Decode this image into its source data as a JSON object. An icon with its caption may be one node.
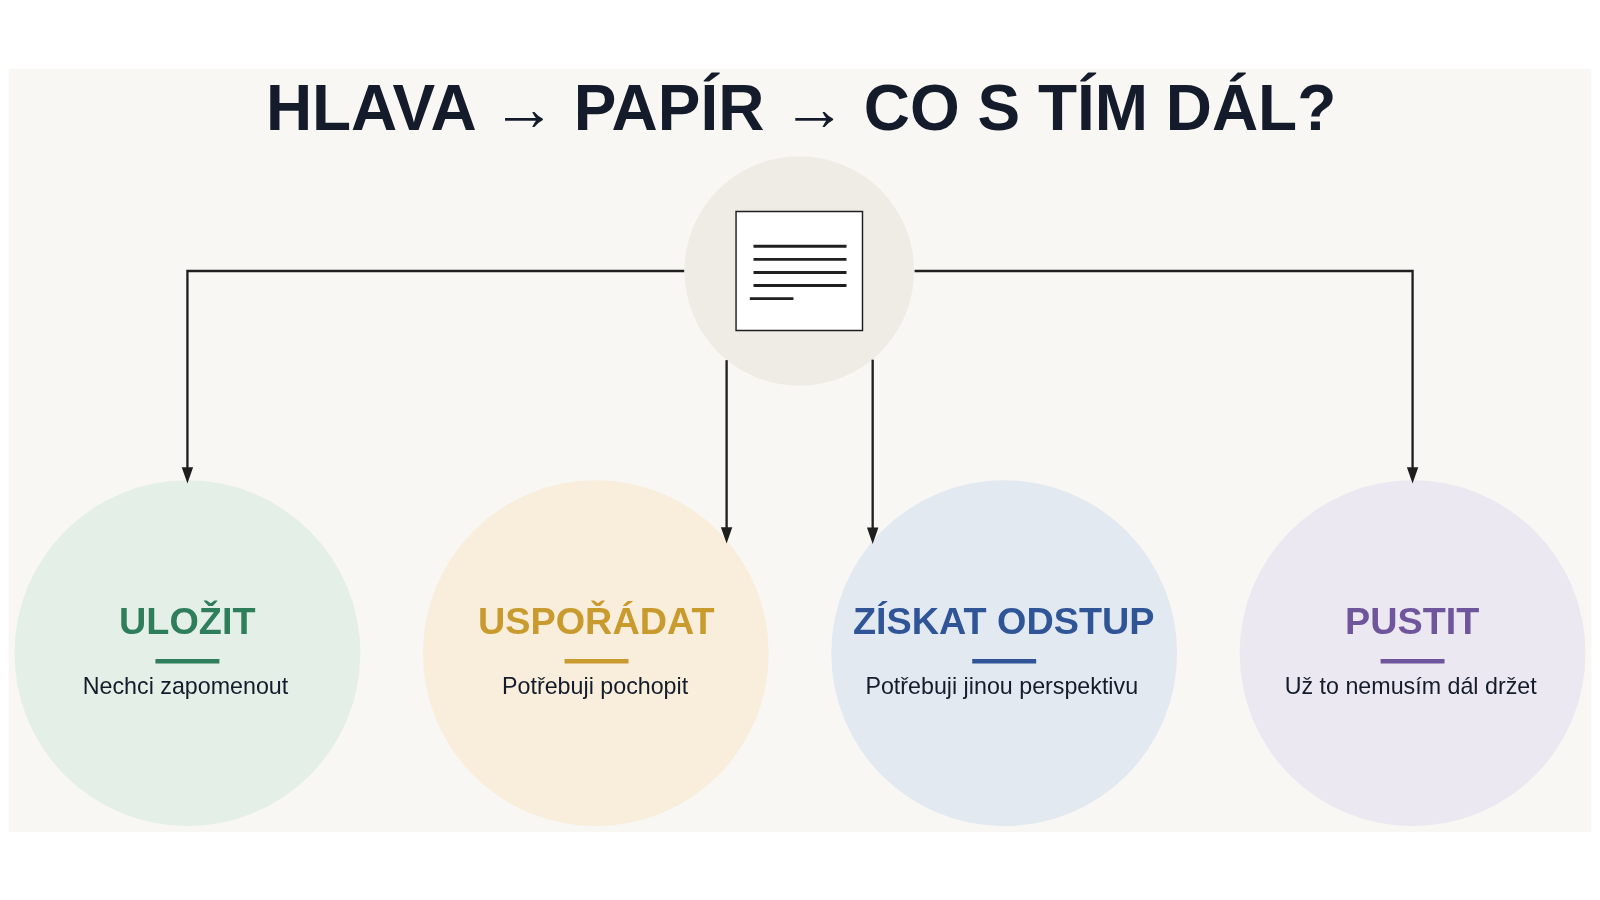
{
  "diagram": {
    "title": "HLAVA → PAPÍR → CO S TÍM DÁL?",
    "nodes": [
      {
        "text": [],
        "shape": "picture"
      },
      {
        "text": [
          "ULOŽIT",
          "Nechci zapomenout"
        ]
      },
      {
        "text": [
          "USPOŘÁDAT",
          "Potřebuji pochopit"
        ]
      },
      {
        "text": [
          "ZÍSKAT ODSTUP",
          "Potřebuji jinou perspektivu"
        ]
      },
      {
        "text": [
          "PUSTIT",
          "Už to nemusím dál držet"
        ]
      }
    ],
    "edges": [
      {
        "from": 0,
        "to": 1,
        "arrow": "to"
      },
      {
        "from": 0,
        "to": 2,
        "arrow": "to"
      },
      {
        "from": 0,
        "to": 3,
        "arrow": "to"
      },
      {
        "from": 0,
        "to": 4,
        "arrow": "to"
      }
    ]
  }
}
